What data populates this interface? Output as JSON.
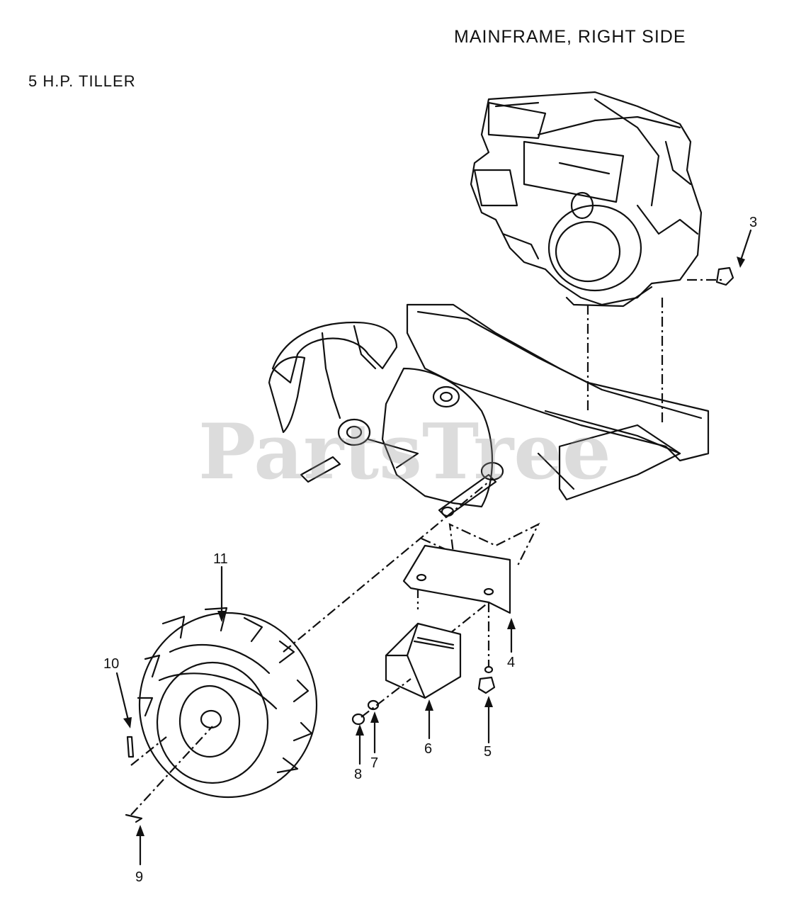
{
  "header": {
    "title": "MAINFRAME, RIGHT SIDE",
    "subtitle": "5 H.P.  TILLER"
  },
  "watermark": "PartsTree",
  "callouts": [
    {
      "id": "3",
      "label": "3"
    },
    {
      "id": "4",
      "label": "4"
    },
    {
      "id": "5",
      "label": "5"
    },
    {
      "id": "6",
      "label": "6"
    },
    {
      "id": "7",
      "label": "7"
    },
    {
      "id": "8",
      "label": "8"
    },
    {
      "id": "9",
      "label": "9"
    },
    {
      "id": "10",
      "label": "10"
    },
    {
      "id": "11",
      "label": "11"
    }
  ]
}
